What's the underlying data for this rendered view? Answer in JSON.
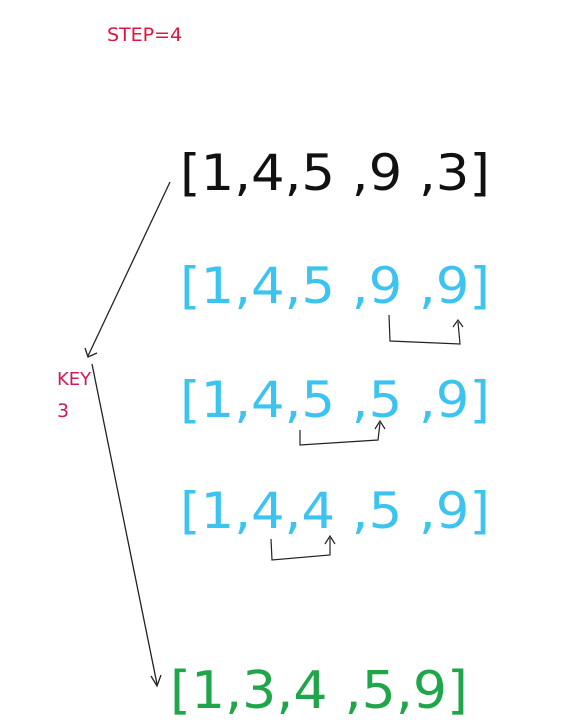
{
  "step_label": "STEP=4",
  "key_label": "KEY",
  "key_value": "3",
  "arrays": [
    {
      "text": "[1,4,5 ,9 ,3]",
      "role": "initial",
      "color": "#111111"
    },
    {
      "text": "[1,4,5 ,9 ,9]",
      "role": "shift",
      "color": "#3cc3ef"
    },
    {
      "text": "[1,4,5 ,5 ,9]",
      "role": "shift",
      "color": "#3cc3ef"
    },
    {
      "text": "[1,4,4 ,5 ,9]",
      "role": "shift",
      "color": "#3cc3ef"
    },
    {
      "text": "[1,3,4 ,5,9]",
      "role": "result",
      "color": "#1fa64a"
    }
  ],
  "colors": {
    "label_red": "#e0143c",
    "key_magenta": "#cc1a5e",
    "stroke": "#222222"
  }
}
